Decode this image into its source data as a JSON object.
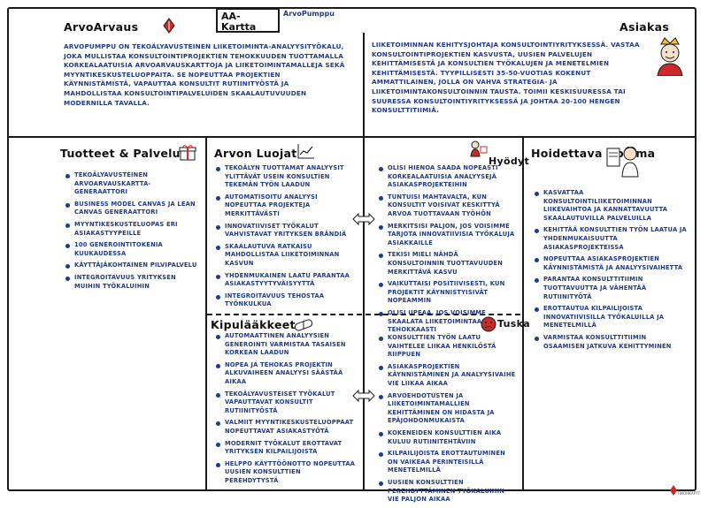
{
  "title_box": {
    "line1": "AA-",
    "line2": "Kartta",
    "subtitle": "ArvoPumppu"
  },
  "arvoarvaus": {
    "title": "ArvoArvaus",
    "text": "ArvoPumppu on tekoälyavusteinen liiketoiminta-analyysityökalu, joka mullistaa konsultointiprojektien tehokkuuden tuottamalla korkealaatuisia arvoarvauskarttoja ja liiketoimintamalleja sekä myyntikeskusteluoppaita. Se nopeuttaa projektien käynnistämistä, vapauttaa konsultit rutiinityöstä ja mahdollistaa konsultointipalveluiden skaalautuvuuden modernilla tavalla."
  },
  "asiakas": {
    "title": "Asiakas",
    "text": "Liiketoiminnan kehitysjohtaja konsultointiyrityksessä. Vastaa konsultointiprojektien kasvusta, uusien palvelujen kehittämisestä ja konsultien työkalujen ja menetelmien kehittämisestä. Tyypillisesti 35-50-vuotias kokenut ammattilainen, jolla on vahva strategia- ja liiketoimintakonsultoinnin tausta. Toimii keskisuuressa tai suuressa konsultointiyrityksessä ja johtaa 20-100 hengen konsulttitiimiä."
  },
  "tuotteet": {
    "title": "Tuotteet & Palvelut",
    "items": [
      "Tekoälyavusteinen ArvoArvauskartta-generaattori",
      "Business Model Canvas ja Lean Canvas generaattori",
      "Myyntikeskusteluopas eri asiakastyypeille",
      "100 generointitokenia kuukaudessa",
      "Käyttäjäkohtainen pilvipalvelu",
      "Integroitavuus yrityksen muihin työkaluihin"
    ]
  },
  "arvon_luojat": {
    "title": "Arvon Luojat",
    "items": [
      "Tekoälyn tuottamat analyysit ylittävät usein konsultien tekemän työn laadun",
      "Automatisoitu analyysi nopeuttaa projekteja merkittävästi",
      "Innovatiiviset työkalut vahvistavat yrityksen brändiä",
      "Skaalautuva ratkaisu mahdollistaa liiketoiminnan kasvun",
      "Yhdenmukainen laatu parantaa asiakastyytyväisyyttä",
      "Integroitavuus tehostaa työnkulkua"
    ]
  },
  "kipulaakkeet": {
    "title": "Kipulääkkeet",
    "items": [
      "Automaattinen analyysien generointi varmistaa tasaisen korkean laadun",
      "Nopea ja tehokas projektin alkuvaiheen analyysi säästää aikaa",
      "Tekoälyavusteiset työkalut vapauttavat konsultit rutiinityöstä",
      "Valmiit myyntikeskusteluoppaat nopeuttavat asiakastyötä",
      "Modernit työkalut erottavat yrityksen kilpailijoista",
      "Helppo käyttöönotto nopeuttaa uusien konsulttien perehdytystä"
    ]
  },
  "hyodyt": {
    "title": "Hyödyt",
    "items": [
      "Olisi hienoa saada nopeasti korkealaatuisia analyysejä asiakasprojekteihin",
      "Tuntuisi mahtavalta, kun konsultit voisivat keskittyä arvoa tuottavaan työhön",
      "Merkitsisi paljon, jos voisimme tarjota innovatiivisia työkaluja asiakkaille",
      "Tekisi mieli nähdä konsultoinnin tuottavuuden merkittävä kasvu",
      "Vaikuttaisi positiivisesti, kun projektit käynnistyisivät nopeammin",
      "Olisi upeaa, jos voisimme skaalata liiketoimintaa tehokkaasti"
    ]
  },
  "tuska": {
    "title": "Tuska",
    "items": [
      "Konsulttien työn laatu vaihtelee liikaa henkilöstä riippuen",
      "Asiakasprojektien käynnistäminen ja analyysivaihe vie liikaa aikaa",
      "Arvoehdotusten ja liiketoimintamallien kehittäminen on hidasta ja epäjohdonmukaista",
      "Kokeneiden konsulttien aika kuluu rutiinitehtäviin",
      "Kilpailijoista erottautuminen on vaikeaa perinteisillä menetelmillä",
      "Uusien konsulttien perehdyttäminen työkaluihin vie paljon aikaa"
    ]
  },
  "hoidettava": {
    "title": "Hoidettava Homma",
    "items": [
      "Kasvattaa konsultointiliiketoiminnan liikevaihtoa ja kannattavuutta skaalautuvilla palveluilla",
      "Kehittää konsulttien työn laatua ja yhdenmukaisuutta asiakasprojekteissa",
      "Nopeuttaa asiakasprojektien käynnistämistä ja analyysivaihetta",
      "Parantaa konsulttitiimin tuottavuutta ja vähentää rutiinityötä",
      "Erottautua kilpailijoista innovatiivisilla työkaluilla ja menetelmillä",
      "Varmistaa konsulttitiimin osaamisen jatkuva kehittyminen"
    ]
  },
  "footer": {
    "brand": "ПИОНКАРТТ"
  },
  "colors": {
    "ink": "#1f3a8a",
    "accent": "#cc2a2a",
    "line": "#1a1a1a"
  },
  "icons": [
    "diamond-logo-icon",
    "king-avatar-icon",
    "gift-box-icon",
    "line-chart-icon",
    "gift-person-icon",
    "scientist-icon",
    "pill-icon",
    "sad-face-icon",
    "double-arrow-icon"
  ]
}
